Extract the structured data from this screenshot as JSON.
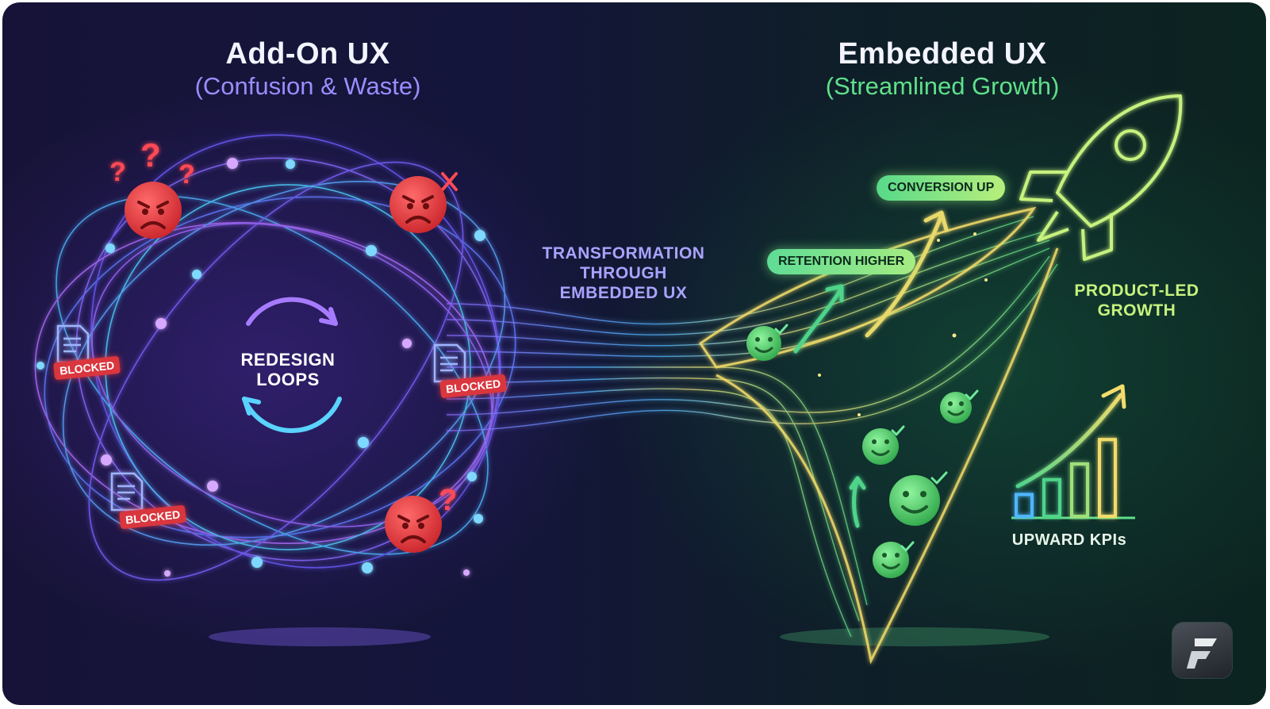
{
  "left": {
    "title": "Add-On UX",
    "subtitle": "(Confusion & Waste)",
    "center_label": [
      "REDESIGN",
      "LOOPS"
    ],
    "blocked_labels": [
      "BLOCKED",
      "BLOCKED",
      "BLOCKED"
    ]
  },
  "middle": {
    "label": [
      "TRANSFORMATION",
      "THROUGH",
      "EMBEDDED UX"
    ]
  },
  "right": {
    "title": "Embedded UX",
    "subtitle": "(Streamlined Growth)",
    "pill_conversion": "CONVERSION UP",
    "pill_retention": "RETENTION HIGHER",
    "product_led": [
      "PRODUCT-LED",
      "GROWTH"
    ],
    "kpi_label": "UPWARD KPIs",
    "kpi_bars": [
      0.25,
      0.42,
      0.6,
      0.88
    ]
  },
  "colors": {
    "left_accent": "#8f7bff",
    "right_accent": "#5fe08a",
    "angry_red": "#f04848",
    "blocked_red": "#d9363e",
    "gold": "#f2dc6a"
  },
  "icons": [
    "question-mark-icon",
    "angry-face-icon",
    "x-mark-icon",
    "document-icon",
    "cycle-arrows-icon",
    "smiley-face-icon",
    "check-icon",
    "up-arrow-icon",
    "rocket-icon",
    "bar-chart-icon",
    "logo-icon"
  ]
}
